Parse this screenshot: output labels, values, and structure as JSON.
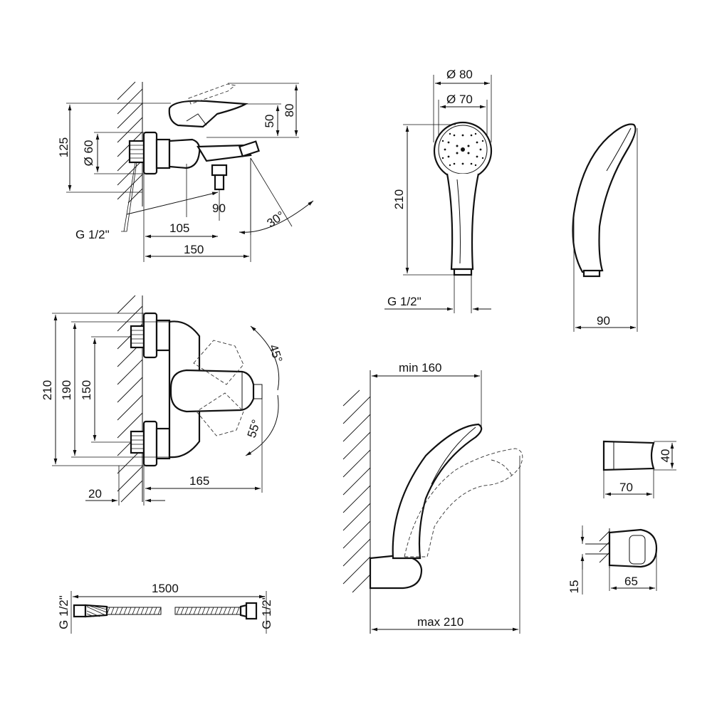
{
  "colors": {
    "line": "#111111",
    "background": "#ffffff"
  },
  "mixer_side": {
    "dim_total_height": "125",
    "dim_outlet": "Ø 60",
    "dim_lever_50": "50",
    "dim_lever_80": "80",
    "dim_spout_90": "90",
    "dim_spout_105": "105",
    "dim_spout_150": "150",
    "angle_spout": "30°",
    "thread_label": "G 1/2\""
  },
  "hand_shower": {
    "dim_outer_diameter": "Ø 80",
    "dim_face_diameter": "Ø 70",
    "dim_length": "210",
    "thread_label": "G 1/2\"",
    "dim_depth": "90"
  },
  "mixer_top": {
    "dim_210": "210",
    "dim_190": "190",
    "dim_150": "150",
    "dim_wall_20": "20",
    "dim_depth_165": "165",
    "angle_45": "45°",
    "angle_55": "55°"
  },
  "hose": {
    "dim_length": "1500",
    "thread_left": "G 1/2\"",
    "thread_right": "G 1/2\""
  },
  "wall_holder": {
    "dim_min": "min 160",
    "dim_max": "max 210"
  },
  "holder_small": {
    "dim_height_40": "40",
    "dim_width_70": "70",
    "dim_15": "15",
    "dim_65": "65"
  }
}
